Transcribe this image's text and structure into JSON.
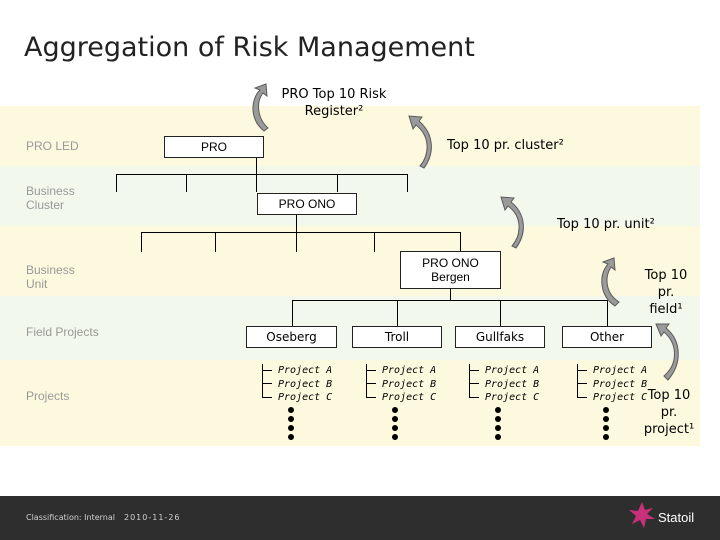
{
  "title": "Aggregation of Risk Management",
  "levels": {
    "pro_led": "PRO LED",
    "business_cluster": "Business Cluster",
    "business_unit": "Business Unit",
    "field_projects": "Field Projects",
    "projects": "Projects"
  },
  "boxes": {
    "pro": "PRO",
    "pro_ono": "PRO ONO",
    "pro_ono_bergen": "PRO ONO Bergen"
  },
  "fields": [
    "Oseberg",
    "Troll",
    "Gullfaks",
    "Other"
  ],
  "projects": [
    "Project A",
    "Project B",
    "Project C"
  ],
  "callouts": {
    "risk_register": "PRO Top 10 Risk Register²",
    "cluster": "Top 10 pr. cluster²",
    "unit": "Top 10 pr. unit²",
    "field": "Top 10 pr. field¹",
    "project": "Top 10 pr. project¹"
  },
  "footer": {
    "classification": "Classification: Internal",
    "date": "2010-11-26",
    "company": "Statoil"
  },
  "colors": {
    "band_yellow": "#fdf9df",
    "band_green": "#f2f8ec",
    "arrow": "#9a9a9a",
    "footer_bg": "#2e2e2e",
    "logo": "#c8317a"
  }
}
